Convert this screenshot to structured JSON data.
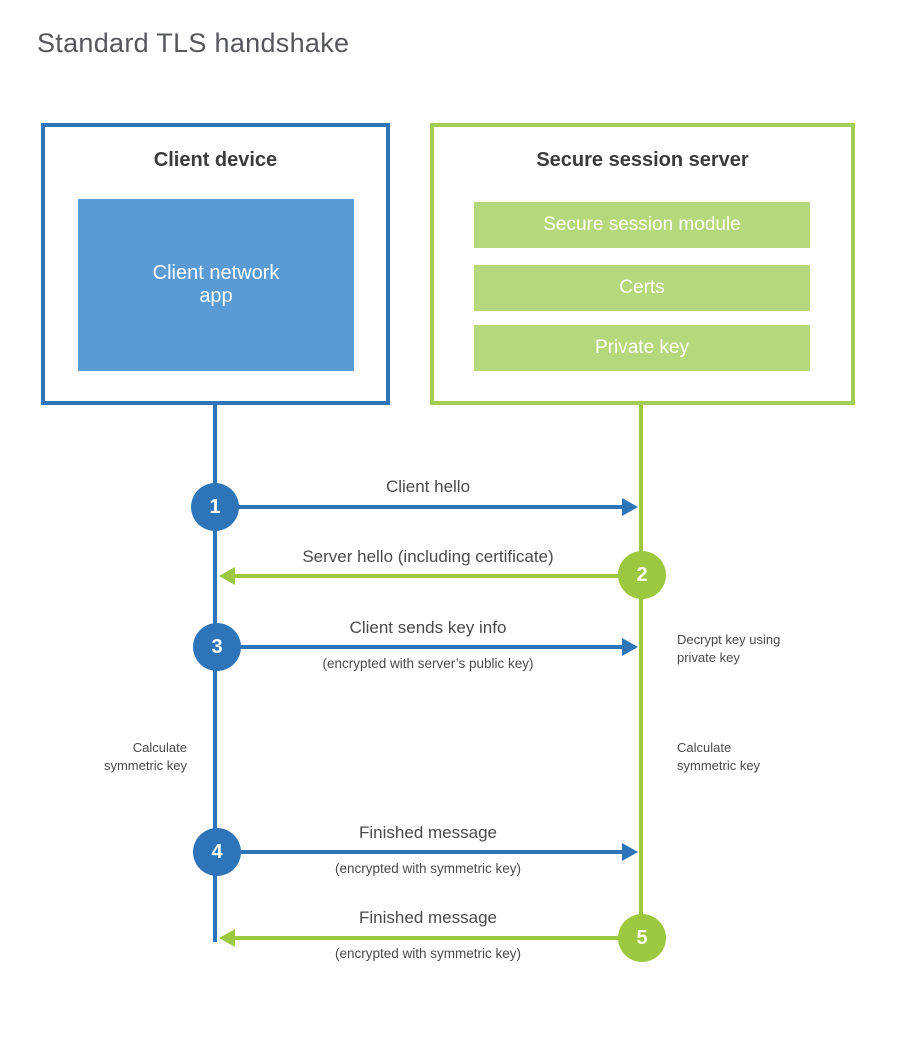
{
  "title": "Standard TLS handshake",
  "colors": {
    "client_blue": "#2e74b8",
    "client_fill_blue": "#5b9bd5",
    "server_green": "#9bc83e",
    "server_border_green": "#a2cc57",
    "server_bar_green": "#b4d87b",
    "heading_text": "#3b3b3b",
    "label_text": "#4a4a4a",
    "title_text": "#56575b"
  },
  "client_box": {
    "title": "Client device",
    "app_label": "Client network\napp"
  },
  "server_box": {
    "title": "Secure session server",
    "modules": [
      {
        "label": "Secure session module"
      },
      {
        "label": "Certs"
      },
      {
        "label": "Private key"
      }
    ]
  },
  "steps": [
    {
      "number": "1",
      "actor": "client",
      "direction": "right",
      "label": "Client hello",
      "sublabel": ""
    },
    {
      "number": "2",
      "actor": "server",
      "direction": "left",
      "label": "Server hello (including certificate)",
      "sublabel": ""
    },
    {
      "number": "3",
      "actor": "client",
      "direction": "right",
      "label": "Client sends key info",
      "sublabel": "(encrypted with server’s public key)"
    },
    {
      "number": "4",
      "actor": "client",
      "direction": "right",
      "label": "Finished message",
      "sublabel": "(encrypted with symmetric key)"
    },
    {
      "number": "5",
      "actor": "server",
      "direction": "left",
      "label": "Finished message",
      "sublabel": "(encrypted with symmetric key)"
    }
  ],
  "annotations": {
    "decrypt_note": "Decrypt key using\nprivate key",
    "calc_symmetric_left": "Calculate\nsymmetric key",
    "calc_symmetric_right": "Calculate\nsymmetric key"
  }
}
